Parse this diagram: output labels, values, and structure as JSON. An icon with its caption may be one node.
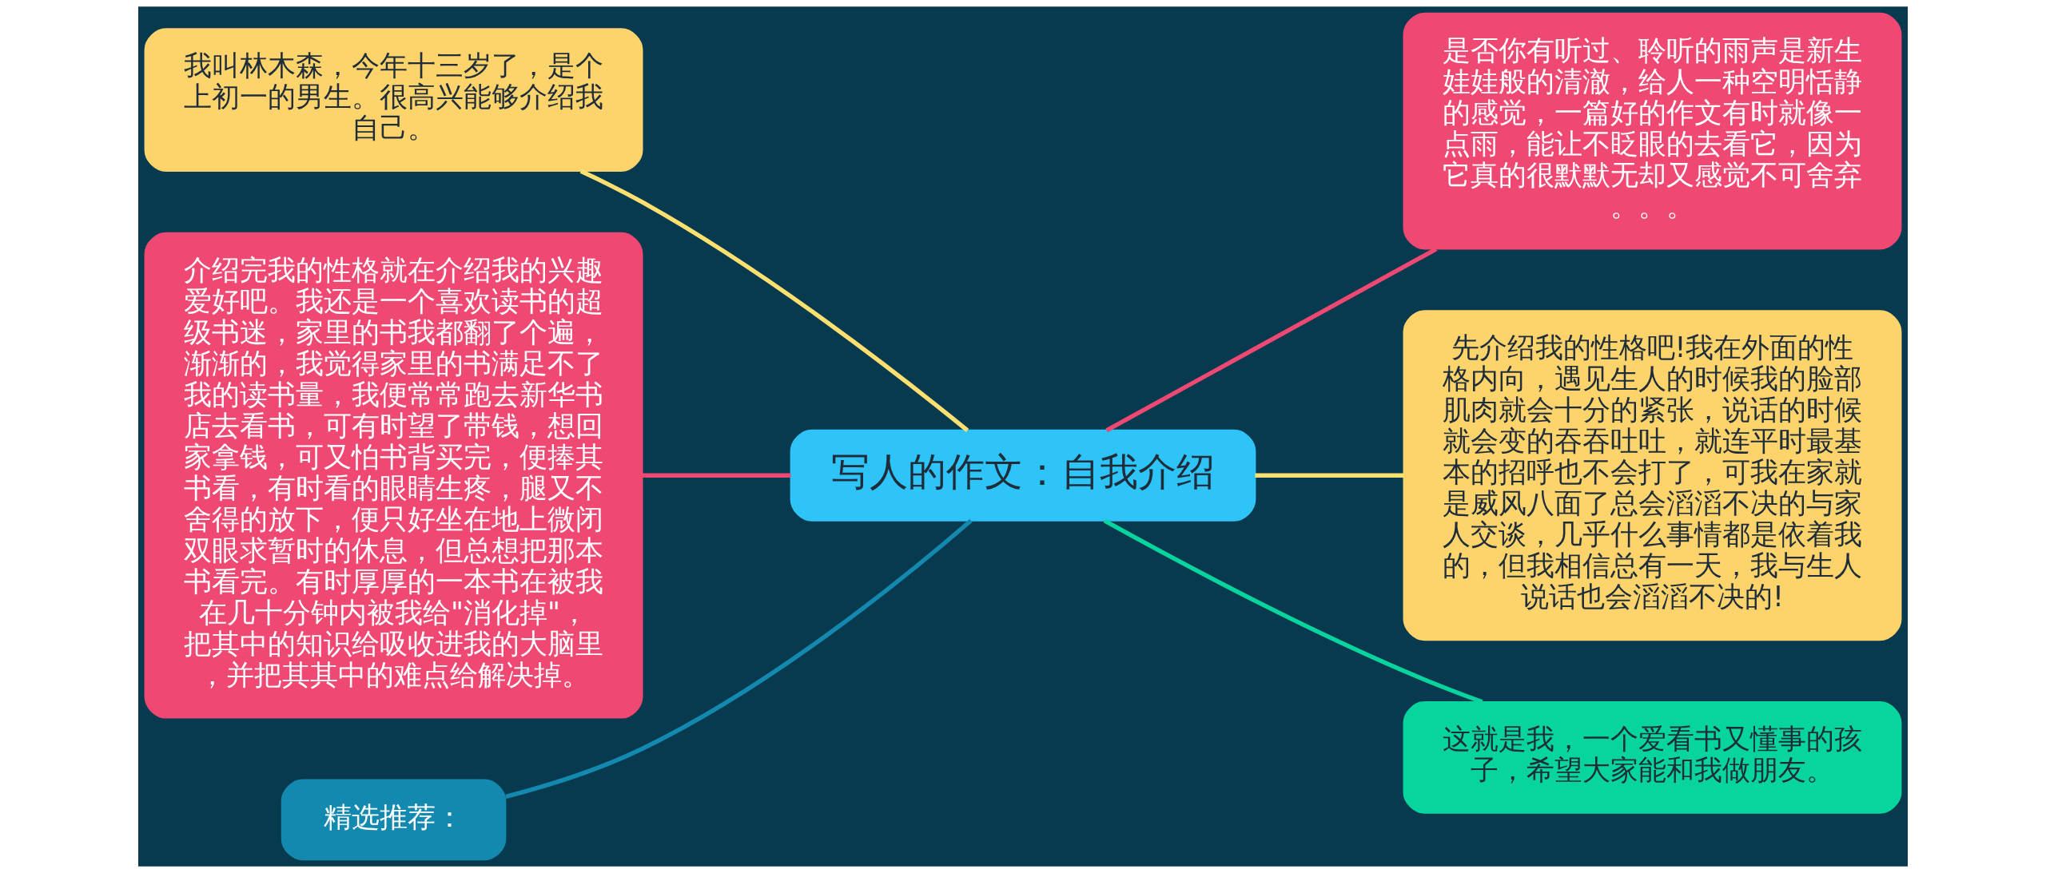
{
  "diagram": {
    "nodes": [
      {
        "text": [
          "写人的作文：自我介绍"
        ]
      },
      {
        "text": [
          "我叫林木森，今年十三岁了，是个上初一的男生。很高兴能够介绍我自己。"
        ]
      },
      {
        "text": [
          "介绍完我的性格就在介绍我的兴趣爱好吧。我还是一个喜欢读书的超级书迷，家里的书我都翻了个遍，渐渐的，我觉得家里的书满足不了我的读书量，我便常常跑去新华书店去看书，可有时望了带钱，想回家拿钱，可又怕书背买完，便捧其书看，有时看的眼睛生疼，腿又不舍得的放下，便只好坐在地上微闭双眼求暂时的休息，但总想把那本书看完。有时厚厚的一本书在被我在几十分钟内被我给\"消化掉\"，把其中的知识给吸收进我的大脑里，并把其其中的难点给解决掉。"
        ]
      },
      {
        "text": [
          "精选推荐："
        ]
      },
      {
        "text": [
          "是否你有听过、聆听的雨声是新生娃娃般的清澈，给人一种空明恬静的感觉，一篇好的作文有时就像一点雨，能让不眨眼的去看它，因为它真的很默默无却又感觉不可舍弃。。。"
        ]
      },
      {
        "text": [
          "先介绍我的性格吧!我在外面的性格内向，遇见生人的时候我的脸部肌肉就会十分的紧张，说话的时候就会变的吞吞吐吐，就连平时最基本的招呼也不会打了，可我在家就是威风八面了总会滔滔不决的与家人交谈，几乎什么事情都是依着我的，但我相信总有一天，我与生人说话也会滔滔不决的!"
        ]
      },
      {
        "text": [
          "这就是我，一个爱看书又懂事的孩子，希望大家能和我做朋友。"
        ]
      }
    ],
    "edges": [
      {
        "from": 0,
        "to": 1,
        "arrow": "none",
        "color": "#fde06f"
      },
      {
        "from": 0,
        "to": 2,
        "arrow": "none",
        "color": "#ef4872"
      },
      {
        "from": 0,
        "to": 3,
        "arrow": "none",
        "color": "#1489b0"
      },
      {
        "from": 0,
        "to": 4,
        "arrow": "none",
        "color": "#ef4872"
      },
      {
        "from": 0,
        "to": 5,
        "arrow": "none",
        "color": "#fde06f"
      },
      {
        "from": 0,
        "to": 6,
        "arrow": "none",
        "color": "#08d59d"
      }
    ]
  }
}
